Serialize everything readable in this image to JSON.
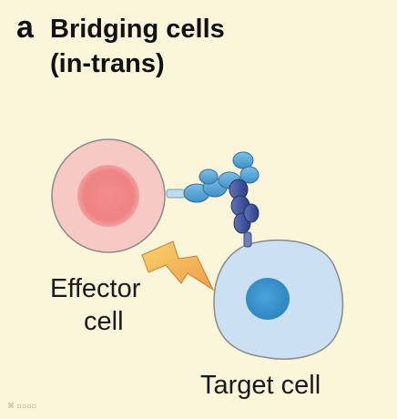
{
  "panel": {
    "letter": "a",
    "title_line1": "Bridging cells",
    "title_line2": "(in-trans)"
  },
  "cells": {
    "effector_line1": "Effector",
    "effector_line2": "cell",
    "target": "Target cell"
  },
  "colors": {
    "background": "#fbf5d9",
    "effector_cell": "#f6c4c0",
    "effector_nucleus": "#ef8686",
    "target_cell": "#c9def1",
    "target_nucleus": "#3a94cf",
    "antibody_light": "#5aa7d4",
    "antibody_dark": "#3d4f9c",
    "lightning": "#f2b85a"
  }
}
